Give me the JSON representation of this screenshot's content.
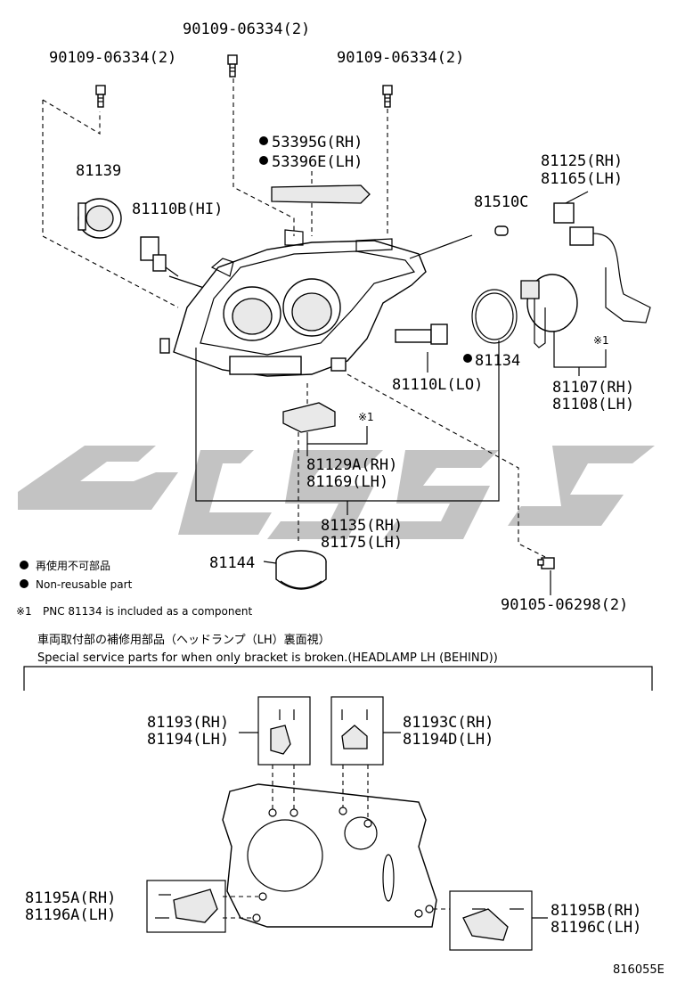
{
  "labels": {
    "bolt_left": "90109-06334(2)",
    "bolt_center": "90109-06334(2)",
    "bolt_right": "90109-06334(2)",
    "p81139": "81139",
    "p81110b": "81110B(HI)",
    "p53395g": "53395G(RH)",
    "p53396e": "53396E(LH)",
    "p81510c": "81510C",
    "p81125": "81125(RH)",
    "p81165": "81165(LH)",
    "p81134": "81134",
    "p81110l": "81110L(LO)",
    "p81107": "81107(RH)",
    "p81108": "81108(LH)",
    "ref1_a": "※1",
    "ref1_b": "※1",
    "p81129a": "81129A(RH)",
    "p81169": "81169(LH)",
    "p81135": "81135(RH)",
    "p81175": "81175(LH)",
    "p81144": "81144",
    "p90105": "90105-06298(2)",
    "p81193": "81193(RH)",
    "p81194": "81194(LH)",
    "p81193c": "81193C(RH)",
    "p81194d": "81194D(LH)",
    "p81195a": "81195A(RH)",
    "p81196a": "81196A(LH)",
    "p81195b": "81195B(RH)",
    "p81196c": "81196C(LH)"
  },
  "legend": {
    "jp": "再使用不可部品",
    "en": "Non-reusable part",
    "footnote_mark": "※1",
    "footnote_text": "PNC 81134 is included as a component"
  },
  "section_title": {
    "jp": "車両取付部の補修用部品（ヘッドランプ（LH）裏面視）",
    "en": "Special service parts for when only bracket is broken.(HEADLAMP LH (BEHIND))"
  },
  "diagram_id": "816055E",
  "watermark_color": "#b9b9b9"
}
